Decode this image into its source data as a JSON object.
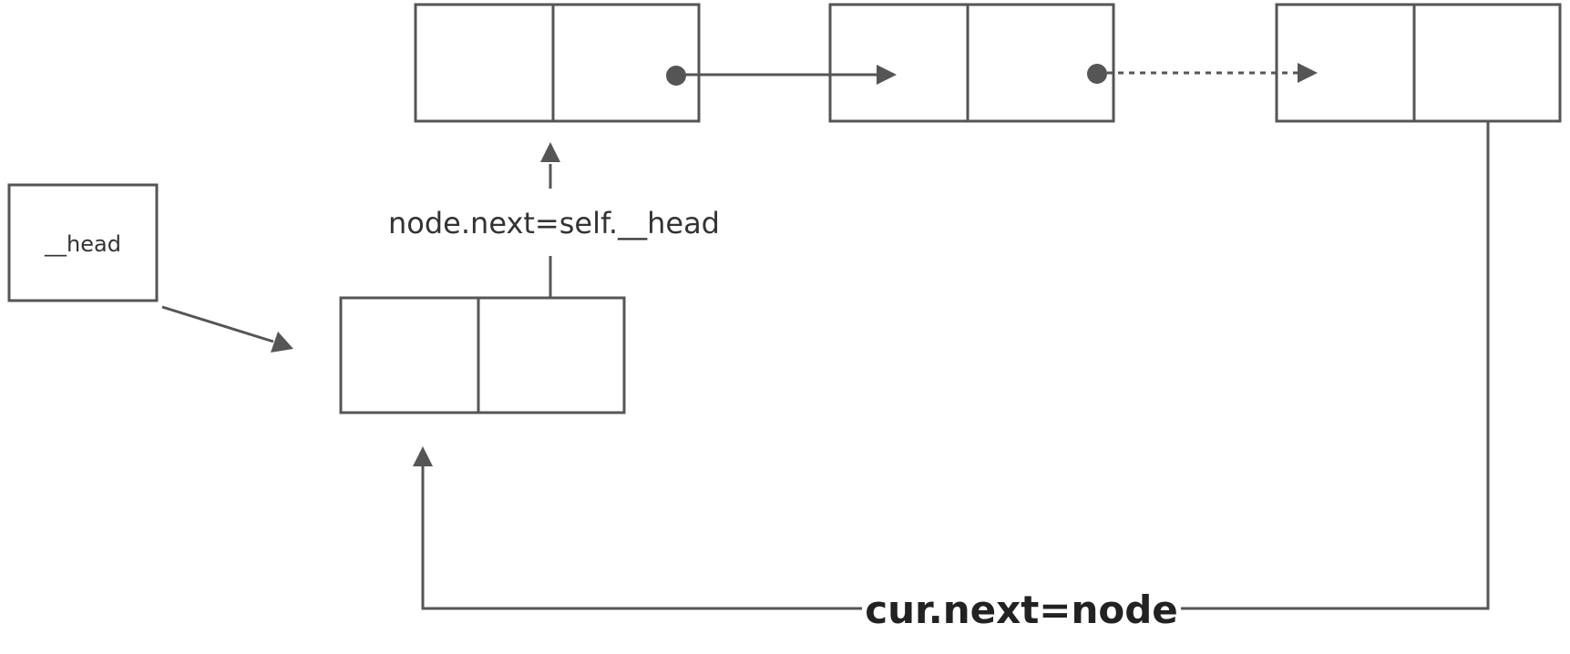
{
  "labels": {
    "head_pointer": "__head",
    "insert_link": "node.next=self.__head",
    "tail_link": "cur.next=node"
  }
}
